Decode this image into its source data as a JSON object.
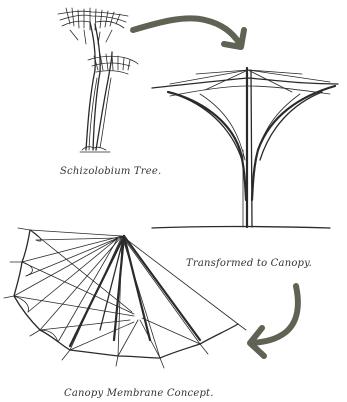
{
  "captions": {
    "tree": "Schizolobium Tree.",
    "transform": "Transformed to Canopy.",
    "membrane": "Canopy Membrane Concept."
  },
  "colors": {
    "ink": "#2a2a2a",
    "arrow": "#5f6354",
    "background": "#ffffff"
  }
}
